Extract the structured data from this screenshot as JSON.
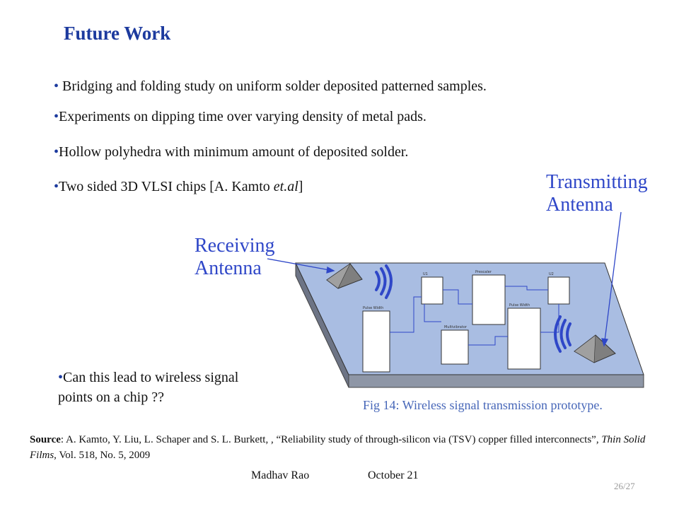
{
  "slide": {
    "title": "Future Work",
    "bullets": [
      {
        "marker": "•",
        "text": "Bridging and folding study on uniform solder deposited patterned samples."
      },
      {
        "marker": "•",
        "text": "Experiments on dipping time over varying density of metal pads."
      },
      {
        "marker": "•",
        "text": "Hollow polyhedra with minimum amount of deposited solder."
      },
      {
        "marker": "•",
        "text": "Two sided 3D VLSI chips [A. Kamto ",
        "text_italic": "et.al",
        "text_end": "]"
      }
    ],
    "question": {
      "marker": "•",
      "text": "Can this lead to wireless signal points on a chip ??"
    },
    "figure": {
      "transmitting_label": "Transmitting Antenna",
      "receiving_label": "Receiving Antenna",
      "caption": "Fig 14: Wireless signal transmission prototype.",
      "board_color": "#a9bde2"
    },
    "source": {
      "prefix": "Source",
      "text": ": A. Kamto, Y. Liu, L. Schaper and S. L. Burkett, , “Reliability study of through-silicon via (TSV) copper filled interconnects”, ",
      "journal": "Thin Solid Films",
      "tail": ",  Vol. 518, No. 5, 2009"
    },
    "footer": {
      "author": "Madhav Rao",
      "date": "October 21",
      "page": "26/27"
    },
    "colors": {
      "title": "#1c3a9e",
      "labels": "#2f47c8",
      "caption": "#4666b8"
    }
  }
}
